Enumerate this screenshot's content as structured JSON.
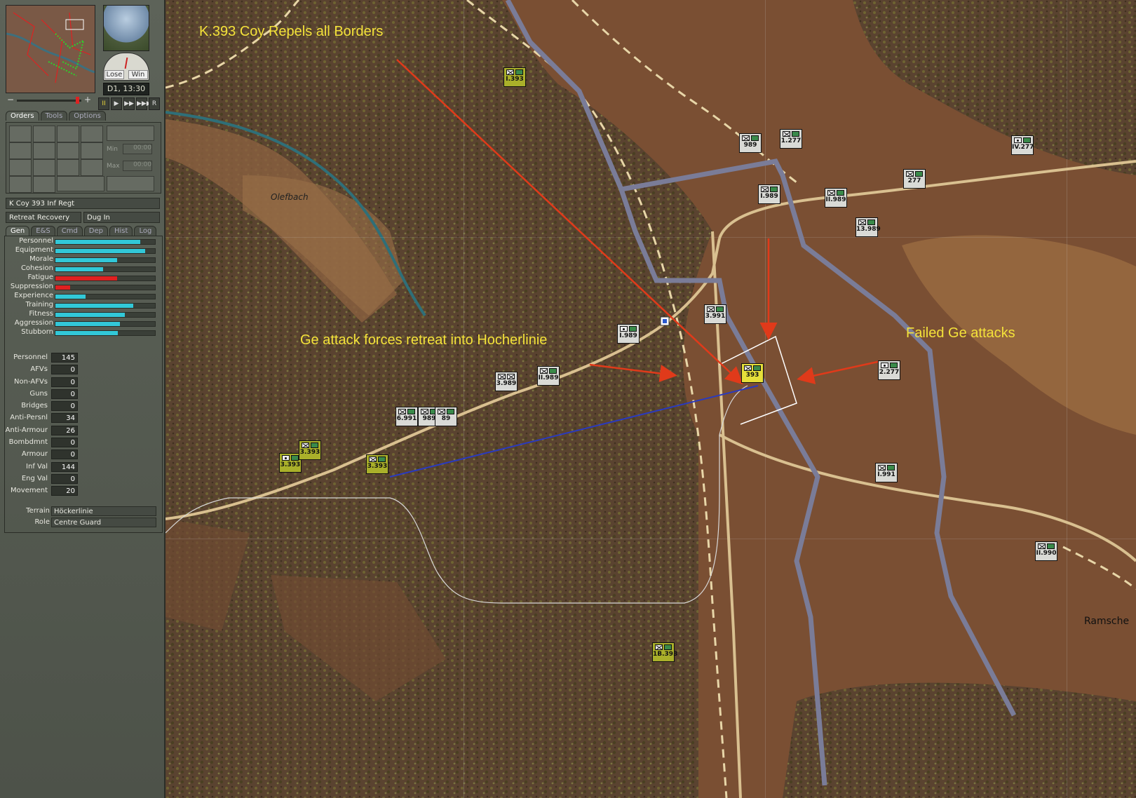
{
  "panel": {
    "clock": "D1, 13:30",
    "gauge": {
      "lose": "Lose",
      "win": "Win"
    },
    "playback": [
      "II",
      "▶",
      "▶▶",
      "▶▶▶",
      "R"
    ],
    "top_tabs": [
      {
        "label": "Orders",
        "active": true
      },
      {
        "label": "Tools",
        "active": false
      },
      {
        "label": "Options",
        "active": false
      }
    ],
    "orders": {
      "min_label": "Min",
      "max_label": "Max",
      "min_value": "00:00",
      "max_value": "00:00"
    },
    "unit_name": "K Coy 393 Inf Regt",
    "status_left": "Retreat Recovery",
    "status_right": "Dug In",
    "info_tabs": [
      {
        "label": "Gen",
        "active": true
      },
      {
        "label": "E&S",
        "active": false
      },
      {
        "label": "Cmd",
        "active": false
      },
      {
        "label": "Dep",
        "active": false
      },
      {
        "label": "Hist",
        "active": false
      },
      {
        "label": "Log",
        "active": false
      }
    ],
    "attributes": [
      {
        "name": "Personnel",
        "level": 0.85,
        "color": "#32c8d8"
      },
      {
        "name": "Equipment",
        "level": 0.9,
        "color": "#32c8d8"
      },
      {
        "name": "Morale",
        "level": 0.62,
        "color": "#32c8d8"
      },
      {
        "name": "Cohesion",
        "level": 0.48,
        "color": "#32c8d8"
      },
      {
        "name": "Fatigue",
        "level": 0.62,
        "color": "#e02020"
      },
      {
        "name": "Suppression",
        "level": 0.15,
        "color": "#e02020"
      },
      {
        "name": "Experience",
        "level": 0.3,
        "color": "#32c8d8"
      },
      {
        "name": "Training",
        "level": 0.78,
        "color": "#32c8d8"
      },
      {
        "name": "Fitness",
        "level": 0.7,
        "color": "#32c8d8"
      },
      {
        "name": "Aggression",
        "level": 0.65,
        "color": "#32c8d8"
      },
      {
        "name": "Stubborn",
        "level": 0.63,
        "color": "#32c8d8"
      }
    ],
    "values": [
      {
        "name": "Personnel",
        "value": "145"
      },
      {
        "name": "AFVs",
        "value": "0"
      },
      {
        "name": "Non-AFVs",
        "value": "0"
      },
      {
        "name": "Guns",
        "value": "0"
      },
      {
        "name": "Bridges",
        "value": "0"
      },
      {
        "name": "Anti-Persnl",
        "value": "34"
      },
      {
        "name": "Anti-Armour",
        "value": "26"
      },
      {
        "name": "Bombdmnt",
        "value": "0"
      },
      {
        "name": "Armour",
        "value": "0"
      },
      {
        "name": "Inf Val",
        "value": "144"
      },
      {
        "name": "Eng Val",
        "value": "0"
      },
      {
        "name": "Movement",
        "value": "20"
      }
    ],
    "terrain_label": "Terrain",
    "terrain_value": "Höckerlinie",
    "role_label": "Role",
    "role_value": "Centre Guard"
  },
  "map": {
    "annotations": {
      "repels": "K.393 Coy Repels all Borders",
      "retreat": "Ge attack forces retreat into Hocherlinie",
      "failed": "Failed Ge attacks"
    },
    "places": {
      "olefbach": "Olefbach",
      "ramscheid": "Ramsche"
    },
    "units": [
      {
        "label": "I.393",
        "side": "friend",
        "sym": [
          "x",
          "g"
        ]
      },
      {
        "label": "989",
        "side": "enemy",
        "sym": [
          "x",
          "g"
        ]
      },
      {
        "label": "1.277",
        "side": "enemy",
        "sym": [
          "x",
          "g"
        ]
      },
      {
        "label": "IV.277",
        "side": "enemy",
        "sym": [
          "d",
          "g"
        ]
      },
      {
        "label": "277",
        "side": "enemy",
        "sym": [
          "x",
          "g"
        ]
      },
      {
        "label": "I.989",
        "side": "enemy",
        "sym": [
          "x",
          "g"
        ]
      },
      {
        "label": "II.989",
        "side": "enemy",
        "sym": [
          "x",
          "g"
        ]
      },
      {
        "label": "13.989",
        "side": "enemy",
        "sym": [
          "x",
          "g"
        ]
      },
      {
        "label": "3.991",
        "side": "enemy",
        "sym": [
          "x",
          "g"
        ]
      },
      {
        "label": "I.989",
        "side": "enemy",
        "sym": [
          "d",
          "g"
        ]
      },
      {
        "label": "393",
        "side": "selected",
        "sym": [
          "x",
          "g"
        ]
      },
      {
        "label": "2.277",
        "side": "enemy",
        "sym": [
          "d",
          "g"
        ]
      },
      {
        "label": "3.989",
        "side": "enemy",
        "sym": [
          "x",
          "x"
        ]
      },
      {
        "label": "II.989",
        "side": "enemy",
        "sym": [
          "x",
          "g"
        ]
      },
      {
        "label": "6.991",
        "side": "enemy",
        "sym": [
          "x",
          "g"
        ]
      },
      {
        "label": "989",
        "side": "enemy",
        "sym": [
          "x",
          "g"
        ]
      },
      {
        "label": "89",
        "side": "enemy",
        "sym": [
          "x",
          "g"
        ]
      },
      {
        "label": "3.393",
        "side": "friend",
        "sym": [
          "d",
          "g"
        ]
      },
      {
        "label": "3.393",
        "side": "friend",
        "sym": [
          "x",
          "g"
        ]
      },
      {
        "label": "3.393",
        "side": "friend",
        "sym": [
          "x",
          "g"
        ]
      },
      {
        "label": "I.991",
        "side": "enemy",
        "sym": [
          "x",
          "g"
        ]
      },
      {
        "label": "II.990",
        "side": "enemy",
        "sym": [
          "x",
          "g"
        ]
      },
      {
        "label": "1B.393",
        "side": "friend",
        "sym": [
          "x",
          "g"
        ]
      }
    ]
  }
}
